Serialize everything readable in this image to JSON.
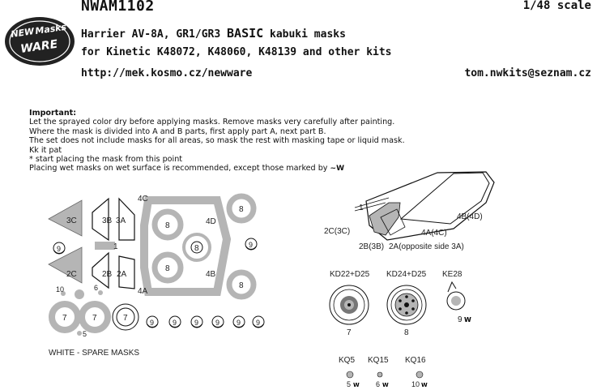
{
  "header": {
    "code": "NWAM1102",
    "scale": "1/48 scale",
    "title_prefix": "Harrier AV-8A, GR1/GR3",
    "title_basic": "BASIC",
    "title_suffix": "kabuki masks",
    "subtitle": "for Kinetic K48072, K48060, K48139 and other kits",
    "url": "http://mek.kosmo.cz/newware",
    "email": "tom.nwkits@seznam.cz"
  },
  "logo": {
    "line1": "NEW",
    "line2": "Masks",
    "line3": "WARE"
  },
  "notes": {
    "heading": "Important:",
    "lines": [
      "Let the sprayed color dry before applying masks. Remove masks very carefully after painting.",
      "Where the mask is divided into A and B parts, first apply part A, next part B.",
      "The set does not include masks for all areas, so mask the rest with masking tape or liquid mask.",
      "Kk it pat",
      "* start placing the mask from this point",
      "Placing wet masks on wet surface is recommended, except those marked by"
    ]
  },
  "sheet": {
    "labels": {
      "c3": "3C",
      "b3": "3B",
      "a3": "3A",
      "c4": "4C",
      "d4": "4D",
      "one": "1",
      "c2": "2C",
      "b2": "2B",
      "a2": "2A",
      "b4": "4B",
      "a4": "4A",
      "ten": "10",
      "six": "6",
      "five": "5",
      "eight_a": "8",
      "eight_b": "8",
      "eight_c": "8",
      "eight_d": "8",
      "eight_e": "8",
      "nine_a": "9",
      "nine_b": "9",
      "seven_a": "7",
      "seven_b": "7",
      "seven_c": "7",
      "nine_r1": "9",
      "nine_r2": "9",
      "nine_r3": "9",
      "nine_r4": "9",
      "nine_r5": "9",
      "nine_r6": "9"
    },
    "spare_label": "WHITE - SPARE MASKS"
  },
  "canopy": {
    "one": "1",
    "c3": "2C(3C)",
    "b4d": "4B(4D)",
    "a4c": "4A(4C)",
    "b2": "2B(3B)",
    "a2": "2A(opposite side 3A)"
  },
  "wheels": {
    "kd22": "KD22+D25",
    "kd24": "KD24+D25",
    "ke28": "KE28",
    "n7": "7",
    "n8": "8",
    "n9": "9"
  },
  "small_parts": {
    "kq5": "KQ5",
    "kq15": "KQ15",
    "kq16": "KQ16",
    "n5": "5",
    "n6": "6",
    "n10": "10"
  },
  "colors": {
    "mask_grey": "#b5b5b5",
    "ink": "#111111",
    "spare": "#ffffff"
  }
}
